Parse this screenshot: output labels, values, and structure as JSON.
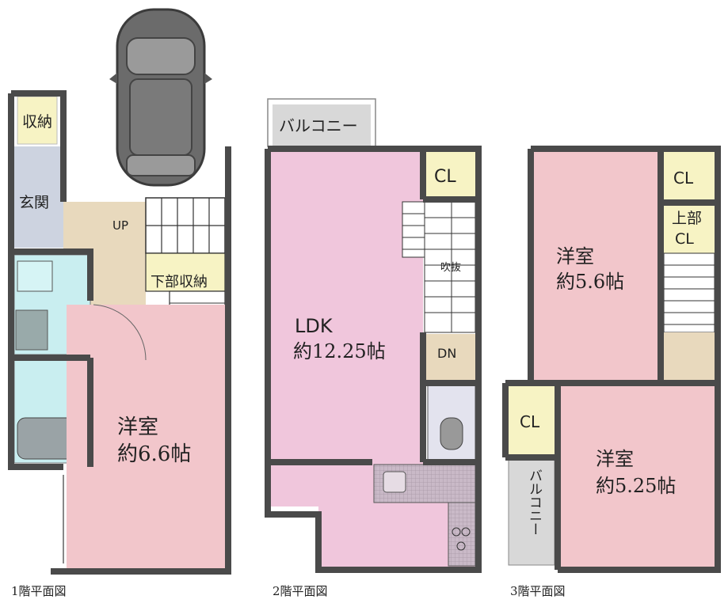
{
  "floor1": {
    "caption": "1階平面図",
    "storage": "収納",
    "entrance": "玄関",
    "up": "UP",
    "under_storage": "下部収納",
    "room_name": "洋室",
    "room_size": "約6.6帖"
  },
  "floor2": {
    "caption": "2階平面図",
    "balcony": "バルコニー",
    "closet": "CL",
    "atrium": "吹抜",
    "dn": "DN",
    "ldk_name": "LDK",
    "ldk_size": "約12.25帖"
  },
  "floor3": {
    "caption": "3階平面図",
    "closet_top": "CL",
    "upper_closet_1": "上部",
    "upper_closet_2": "CL",
    "room1_name": "洋室",
    "room1_size": "約5.6帖",
    "closet_bottom": "CL",
    "balcony_vertical": "バルコニー",
    "room2_name": "洋室",
    "room2_size": "約5.25帖"
  },
  "colors": {
    "wall": "#4a4a4a",
    "pink_room": "#f2c6cb",
    "ldk_pink": "#f0c6dc",
    "stair_tan": "#e8d9bd",
    "yellow_cl": "#f7f3c4",
    "bath_blue": "#c9eef0",
    "entrance_gray": "#cdd3e0",
    "balcony_gray": "#d8d8d8"
  }
}
